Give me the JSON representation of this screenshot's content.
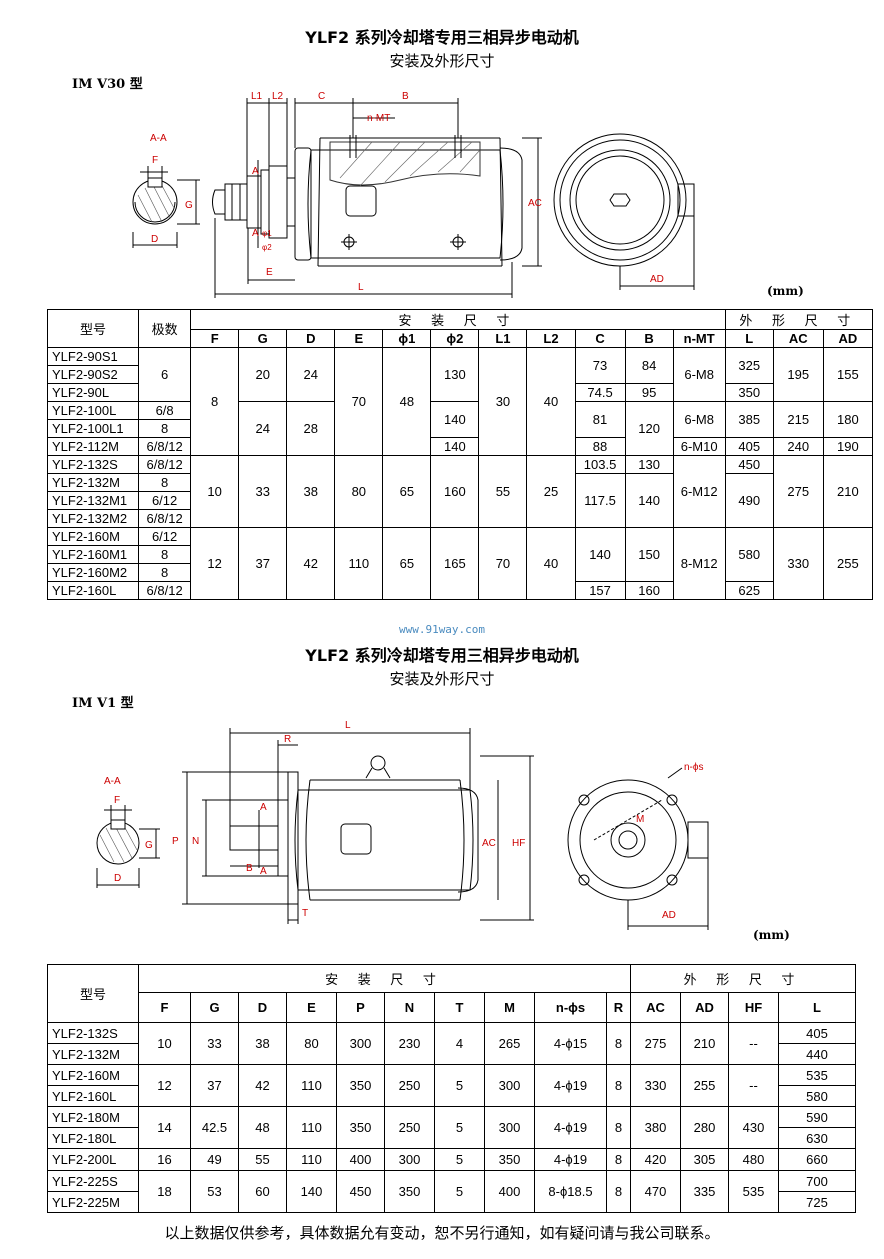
{
  "sec1": {
    "title": "YLF2 系列冷却塔专用三相异步电动机",
    "subtitle": "安装及外形尺寸",
    "mount": "IM    V30 型",
    "unit": "(mm)",
    "labels": {
      "section": "A-A",
      "F": "F",
      "G": "G",
      "D": "D",
      "L1": "L1",
      "L2": "L2",
      "C": "C",
      "B": "B",
      "nMT": "n-MT",
      "AC": "AC",
      "E": "E",
      "L": "L",
      "AD": "AD",
      "A": "A",
      "phi1": "φ1",
      "phi2": "φ2"
    },
    "head": {
      "model": "型号",
      "poles": "极数",
      "install": "安 装 尺 寸",
      "outline": "外 形 尺 寸"
    },
    "cols": [
      "F",
      "G",
      "D",
      "E",
      "ϕ1",
      "ϕ2",
      "L1",
      "L2",
      "C",
      "B",
      "n-MT",
      "L",
      "AC",
      "AD"
    ],
    "models": [
      "YLF2-90S1",
      "YLF2-90S2",
      "YLF2-90L",
      "YLF2-100L",
      "YLF2-100L1",
      "YLF2-112M",
      "YLF2-132S",
      "YLF2-132M",
      "YLF2-132M1",
      "YLF2-132M2",
      "YLF2-160M",
      "YLF2-160M1",
      "YLF2-160M2",
      "YLF2-160L"
    ],
    "poles": {
      "p90": "6",
      "p100L": "6/8",
      "p100L1": "8",
      "p112M": "6/8/12",
      "p132S": "6/8/12",
      "p132M": "8",
      "p132M1": "6/12",
      "p132M2": "6/8/12",
      "p160M": "6/12",
      "p160M1": "8",
      "p160M2": "8",
      "p160L": "6/8/12"
    },
    "F": {
      "a": "8",
      "b": "10",
      "c": "12"
    },
    "G": {
      "a": "20",
      "b": "24",
      "c": "33",
      "d": "37"
    },
    "D": {
      "a": "24",
      "b": "28",
      "c": "38",
      "d": "42"
    },
    "E": {
      "a": "70",
      "b": "80",
      "c": "110"
    },
    "phi1": {
      "a": "48",
      "b": "65",
      "c": "65"
    },
    "phi2": {
      "a": "130",
      "b": "140",
      "c": "140",
      "d": "160",
      "e": "165"
    },
    "L1": {
      "a": "30",
      "b": "55",
      "c": "70"
    },
    "L2": {
      "a": "40",
      "b": "25",
      "c": "40"
    },
    "C": {
      "a": "73",
      "b": "74.5",
      "c": "81",
      "d": "88",
      "e": "103.5",
      "f": "117.5",
      "g": "140",
      "h": "157"
    },
    "B": {
      "a": "84",
      "b": "95",
      "c": "120",
      "d": "130",
      "e": "140",
      "f": "150",
      "g": "160"
    },
    "nMT": {
      "a": "6-M8",
      "b": "6-M8",
      "c": "6-M10",
      "d": "6-M12",
      "e": "8-M12"
    },
    "L": {
      "a": "325",
      "b": "350",
      "c": "385",
      "d": "405",
      "e": "450",
      "f": "490",
      "g": "580",
      "h": "625"
    },
    "AC": {
      "a": "195",
      "b": "215",
      "c": "240",
      "d": "275",
      "e": "330"
    },
    "AD": {
      "a": "155",
      "b": "180",
      "c": "190",
      "d": "210",
      "e": "255"
    }
  },
  "watermark": "www.91way.com",
  "sec2": {
    "title": "YLF2 系列冷却塔专用三相异步电动机",
    "subtitle": "安装及外形尺寸",
    "mount": "IM    V1 型",
    "unit": "(mm)",
    "labels": {
      "section": "A-A",
      "F": "F",
      "G": "G",
      "D": "D",
      "L": "L",
      "R": "R",
      "P": "P",
      "N": "N",
      "M": "M",
      "B": "B",
      "A": "A",
      "T": "T",
      "AC": "AC",
      "HF": "HF",
      "AD": "AD",
      "nphis": "n-ϕs"
    },
    "head": {
      "model": "型号",
      "install": "安 装 尺 寸",
      "outline": "外 形 尺 寸"
    },
    "cols": [
      "F",
      "G",
      "D",
      "E",
      "P",
      "N",
      "T",
      "M",
      "n-ϕs",
      "R",
      "AC",
      "AD",
      "HF",
      "L"
    ],
    "groups": [
      {
        "models": [
          "YLF2-132S",
          "YLF2-132M"
        ],
        "F": "10",
        "G": "33",
        "D": "38",
        "E": "80",
        "P": "300",
        "N": "230",
        "T": "4",
        "M": "265",
        "ns": "4-ϕ15",
        "R": "8",
        "AC": "275",
        "AD": "210",
        "HF": "--",
        "L": [
          "405",
          "440"
        ]
      },
      {
        "models": [
          "YLF2-160M",
          "YLF2-160L"
        ],
        "F": "12",
        "G": "37",
        "D": "42",
        "E": "110",
        "P": "350",
        "N": "250",
        "T": "5",
        "M": "300",
        "ns": "4-ϕ19",
        "R": "8",
        "AC": "330",
        "AD": "255",
        "HF": "--",
        "L": [
          "535",
          "580"
        ]
      },
      {
        "models": [
          "YLF2-180M",
          "YLF2-180L"
        ],
        "F": "14",
        "G": "42.5",
        "D": "48",
        "E": "110",
        "P": "350",
        "N": "250",
        "T": "5",
        "M": "300",
        "ns": "4-ϕ19",
        "R": "8",
        "AC": "380",
        "AD": "280",
        "HF": "430",
        "L": [
          "590",
          "630"
        ]
      },
      {
        "models": [
          "YLF2-200L"
        ],
        "F": "16",
        "G": "49",
        "D": "55",
        "E": "110",
        "P": "400",
        "N": "300",
        "T": "5",
        "M": "350",
        "ns": "4-ϕ19",
        "R": "8",
        "AC": "420",
        "AD": "305",
        "HF": "480",
        "L": [
          "660"
        ]
      },
      {
        "models": [
          "YLF2-225S",
          "YLF2-225M"
        ],
        "F": "18",
        "G": "53",
        "D": "60",
        "E": "140",
        "P": "450",
        "N": "350",
        "T": "5",
        "M": "400",
        "ns": "8-ϕ18.5",
        "R": "8",
        "AC": "470",
        "AD": "335",
        "HF": "535",
        "L": [
          "700",
          "725"
        ]
      }
    ]
  },
  "footer": "以上数据仅供参考，具体数据允有变动，恕不另行通知，如有疑问请与我公司联系。"
}
